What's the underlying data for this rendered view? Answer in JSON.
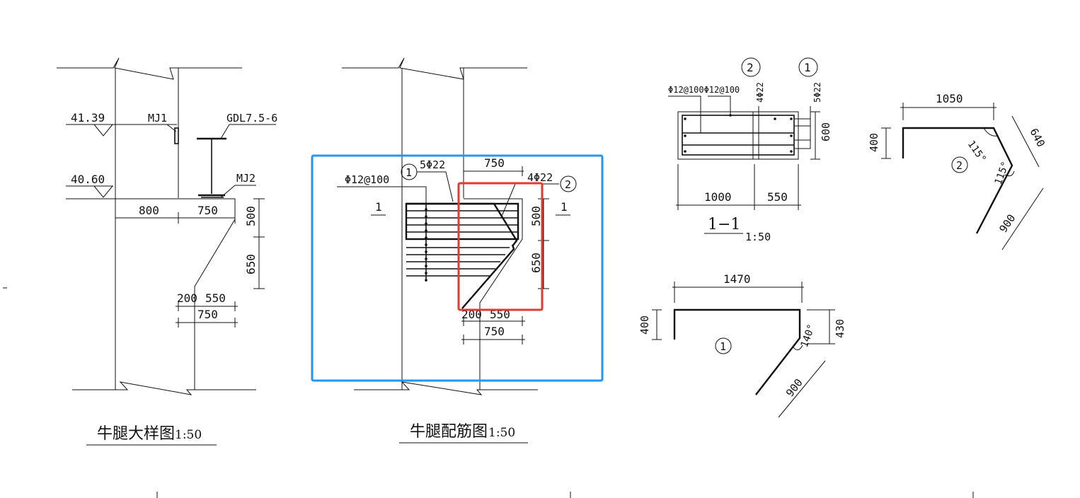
{
  "colors": {
    "line": "#111111",
    "highlight_blue": "#2196F3",
    "highlight_red": "#E53935",
    "background": "#ffffff"
  },
  "detail_view": {
    "title": "牛腿大样图",
    "scale": "1:50",
    "elev_upper": "41.39",
    "elev_lower": "40.60",
    "mj1": "MJ1",
    "mj2": "MJ2",
    "gdl": "GDL7.5-6",
    "dim_800": "800",
    "dim_750_top": "750",
    "dim_500": "500",
    "dim_650": "650",
    "dim_200": "200",
    "dim_550": "550",
    "dim_750_bottom": "750"
  },
  "rebar_view": {
    "title": "牛腿配筋图",
    "scale": "1:50",
    "stirrup": "Φ12@100",
    "bar1": "5Φ22",
    "bar2": "4Φ22",
    "mark1": "1",
    "mark2": "2",
    "section_mark_left": "1",
    "section_mark_right": "1",
    "dim_750_top": "750",
    "dim_500": "500",
    "dim_650": "650",
    "dim_200": "200",
    "dim_550": "550",
    "dim_750_bottom": "750"
  },
  "section_view": {
    "title": "1−1",
    "scale": "1:50",
    "stirrups": "Φ12@100Φ12@100",
    "bar2": "4Φ22",
    "bar1": "5Φ22",
    "mark2": "2",
    "mark1": "1",
    "dim_600": "600",
    "dim_1000": "1000",
    "dim_550": "550"
  },
  "bar2_shape": {
    "mark": "2",
    "dim_1050": "1050",
    "dim_400": "400",
    "dim_640": "640",
    "dim_900": "900",
    "angle_a": "115°",
    "angle_b": "115°"
  },
  "bar1_shape": {
    "mark": "1",
    "dim_1470": "1470",
    "dim_400": "400",
    "dim_430": "430",
    "dim_900": "900",
    "angle": "140°"
  }
}
